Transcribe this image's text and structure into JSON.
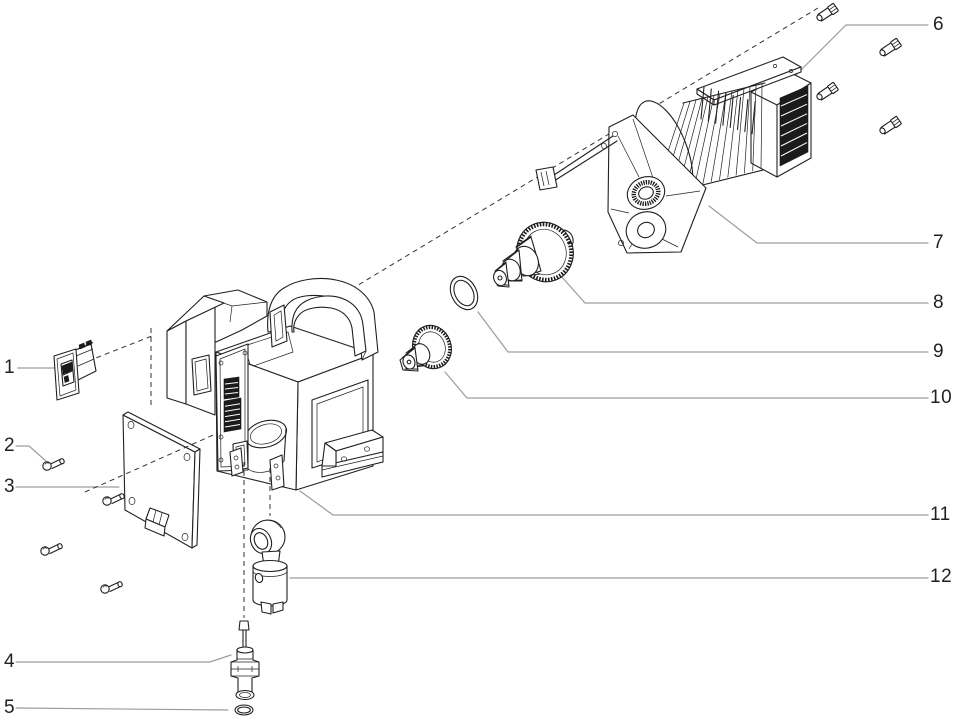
{
  "figure": {
    "kind": "exploded-parts-diagram",
    "background_color": "#ffffff",
    "line_color": "#231f20",
    "leader_line_color": "#9b9da0",
    "callouts": {
      "left": [
        "1",
        "2",
        "3",
        "4",
        "5"
      ],
      "right": [
        "6",
        "7",
        "8",
        "9",
        "10",
        "11",
        "12"
      ]
    },
    "drawing_parts": [
      "power-switch",
      "screws",
      "cover-plate",
      "inlet-valve-stem",
      "o-ring",
      "motor-bolts",
      "motor-assembly",
      "large-gear",
      "washer",
      "small-gear",
      "pump-housing-assembly",
      "foot-valve"
    ]
  }
}
